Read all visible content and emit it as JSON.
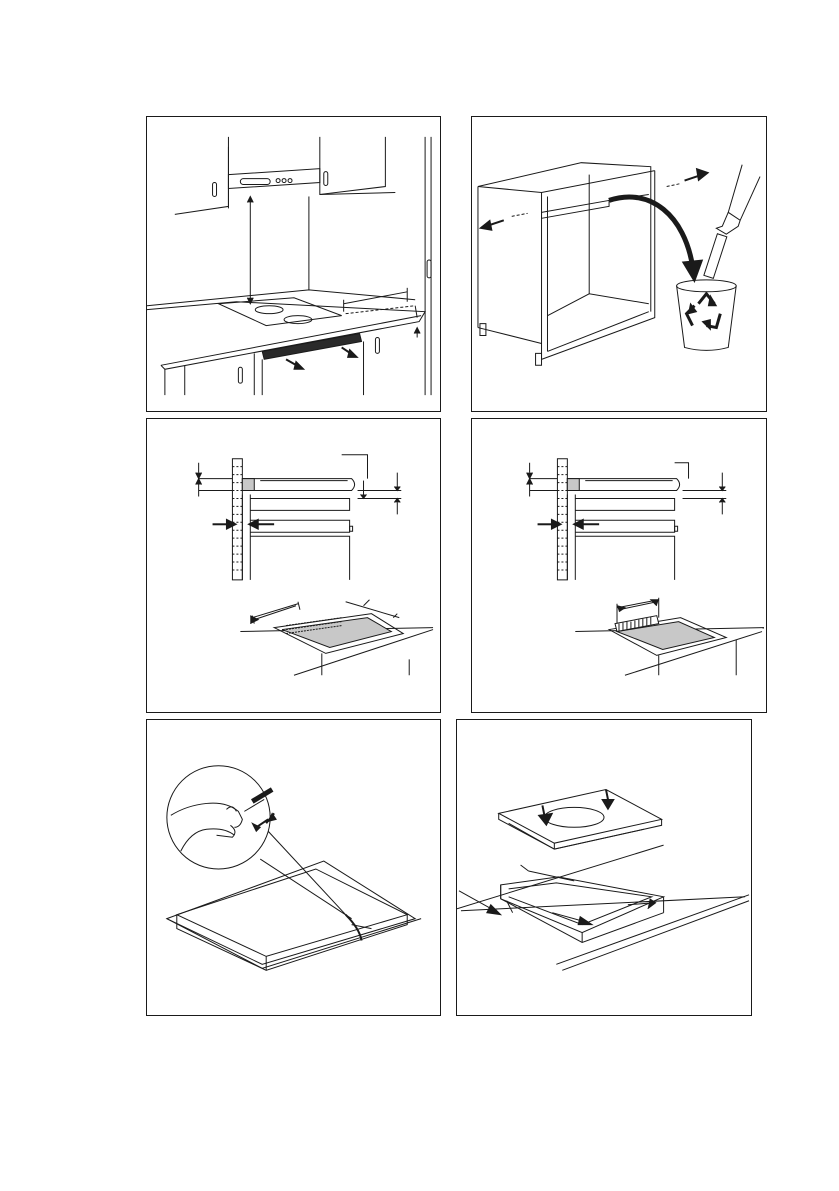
{
  "page": {
    "background": "#ffffff",
    "line_color": "#1a1a1a",
    "fill_gray": "#c8c8c8",
    "fill_dark": "#2a2a2a"
  },
  "figures": [
    {
      "id": "kitchen-layout"
    },
    {
      "id": "cabinet-recycle",
      "icon": "recycle-icon"
    },
    {
      "id": "worktop-section-a"
    },
    {
      "id": "worktop-section-b"
    },
    {
      "id": "seal-application",
      "icon": "magnifier-icon"
    },
    {
      "id": "hob-insertion"
    }
  ]
}
